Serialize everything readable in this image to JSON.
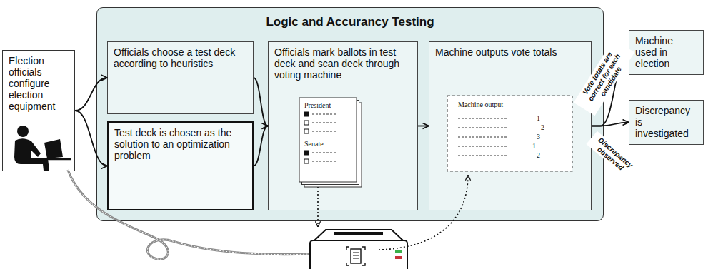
{
  "diagram": {
    "nodes": [
      {
        "text": [
          "Election officials configure election equipment"
        ]
      },
      {
        "text": [
          "Logic and Accurancy Testing"
        ]
      },
      {
        "text": [
          "Officials choose a test deck according to heuristics"
        ],
        "in": 1
      },
      {
        "text": [
          "Test deck is chosen as the solution to an optimization problem"
        ],
        "in": 1
      },
      {
        "text": [
          "Officials mark ballots in test deck and scan deck through voting machine"
        ],
        "in": 1
      },
      {
        "text": [
          "Machine outputs vote totals"
        ],
        "in": 1
      },
      {
        "text": [
          "Machine used in election"
        ]
      },
      {
        "text": [
          "Discrepancy is investigated"
        ]
      }
    ],
    "edges": [
      {
        "from": 0,
        "to": 2,
        "arrow": "to"
      },
      {
        "from": 0,
        "to": 3,
        "arrow": "to"
      },
      {
        "from": 2,
        "to": 4,
        "arrow": "to"
      },
      {
        "from": 3,
        "to": 4,
        "arrow": "to"
      },
      {
        "from": 4,
        "to": 5,
        "arrow": "to"
      },
      {
        "from": 5,
        "to": 6,
        "label": "Vote totals are correct for each candidate",
        "arrow": "to"
      },
      {
        "from": 5,
        "to": 7,
        "label": "Discrepancy observed",
        "arrow": "to"
      }
    ],
    "labels": [
      "President",
      "Senate",
      "Machine output",
      "1",
      "2",
      "3",
      "1",
      "2"
    ]
  }
}
